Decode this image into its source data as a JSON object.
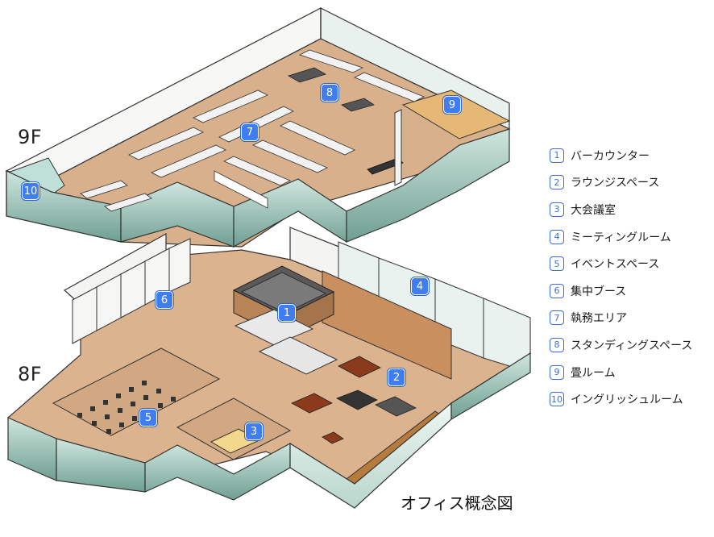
{
  "floors": {
    "upper": "9F",
    "lower": "8F"
  },
  "caption": "オフィス概念図",
  "legend": [
    {
      "num": "1",
      "label": "バーカウンター"
    },
    {
      "num": "2",
      "label": "ラウンジスペース"
    },
    {
      "num": "3",
      "label": "大会議室"
    },
    {
      "num": "4",
      "label": "ミーティングルーム"
    },
    {
      "num": "5",
      "label": "イベントスペース"
    },
    {
      "num": "6",
      "label": "集中ブース"
    },
    {
      "num": "7",
      "label": "執務エリア"
    },
    {
      "num": "8",
      "label": "スタンディングスペース"
    },
    {
      "num": "9",
      "label": "畳ルーム"
    },
    {
      "num": "10",
      "label": "イングリッシュルーム"
    }
  ],
  "markers": {
    "m1": "1",
    "m2": "2",
    "m3": "3",
    "m4": "4",
    "m5": "5",
    "m6": "6",
    "m7": "7",
    "m8": "8",
    "m9": "9",
    "m10": "10"
  },
  "colors": {
    "floor_wood": "#d9b08c",
    "wall_glass": "#a9cfc6",
    "wall_dark": "#4f7f72",
    "partition_white": "#f4f4f2",
    "tatami": "#e6b876",
    "marker_blue": "#3f7df0",
    "lounge_sofa": "#8b3a1c"
  }
}
